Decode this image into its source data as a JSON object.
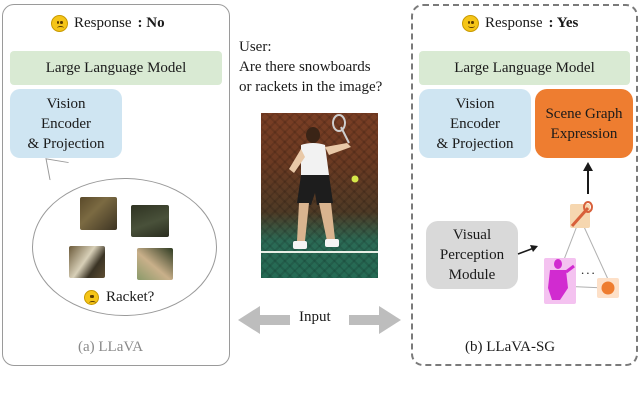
{
  "left_panel": {
    "response_label": "Response",
    "response_value": ": No",
    "llm": "Large Language Model",
    "vision": [
      "Vision",
      "Encoder",
      "& Projection"
    ],
    "racket_question": "Racket?",
    "caption": "(a) LLaVA"
  },
  "center": {
    "user_lines": [
      "User:",
      "Are there snowboards",
      "or rackets in the image?"
    ],
    "input_label": "Input"
  },
  "right_panel": {
    "response_label": "Response",
    "response_value": ": Yes",
    "llm": "Large Language Model",
    "vision": [
      "Vision",
      "Encoder",
      "& Projection"
    ],
    "scene_graph": [
      "Scene Graph",
      "Expression"
    ],
    "perception": [
      "Visual",
      "Perception",
      "Module"
    ],
    "ellipsis": "...",
    "caption": "(b) LLaVA-SG"
  },
  "colors": {
    "llm_box": "#d9ead3",
    "vision_box": "#cfe5f2",
    "scene_box": "#ee7d30",
    "perception_box": "#d9d9d9",
    "graph_node_person": "#d12bd0",
    "graph_node_ball": "#ee7d30"
  }
}
